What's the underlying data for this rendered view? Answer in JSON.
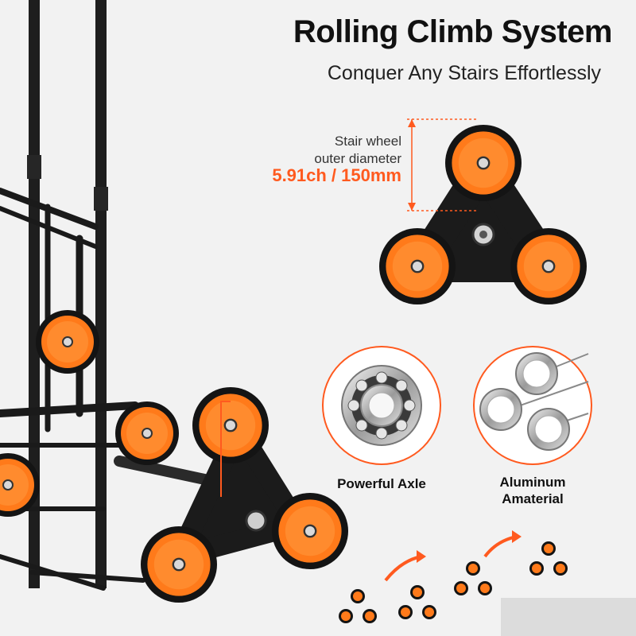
{
  "header": {
    "title": "Rolling Climb System",
    "subtitle": "Conquer Any Stairs Effortlessly"
  },
  "spec": {
    "label_line1": "Stair wheel",
    "label_line2": "outer diameter",
    "value": "5.91ch / 150mm"
  },
  "features": [
    {
      "label": "Powerful Axle",
      "icon": "bearing-icon"
    },
    {
      "label_line1": "Aluminum",
      "label_line2": "Amaterial",
      "icon": "aluminum-tubes-icon"
    }
  ],
  "colors": {
    "accent": "#ff5a1f",
    "wheel_orange": "#ff7a1a",
    "frame": "#1a1a1a"
  }
}
